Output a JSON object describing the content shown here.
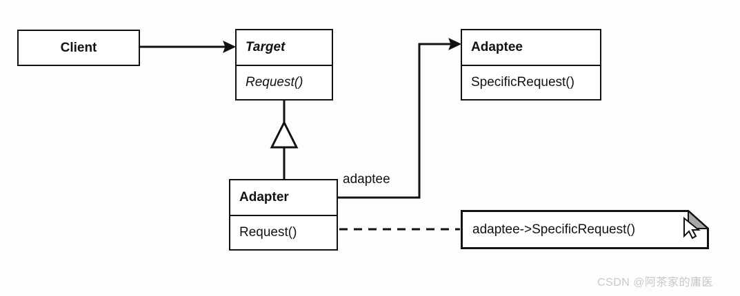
{
  "diagram": {
    "title": "Adapter Pattern (object adapter) class diagram",
    "colors": {
      "background": "#fdfdfc",
      "box_fill": "#ffffff",
      "stroke": "#111111",
      "text": "#121212",
      "dogear_fill": "#a8a8a8",
      "watermark": "#c8c8c8"
    },
    "classes": [
      {
        "id": "client",
        "name": "Client",
        "name_style": "bold",
        "operations": []
      },
      {
        "id": "target",
        "name": "Target",
        "name_style": "bold-italic",
        "operations": [
          {
            "label": "Request()",
            "style": "italic"
          }
        ]
      },
      {
        "id": "adaptee",
        "name": "Adaptee",
        "name_style": "bold",
        "operations": [
          {
            "label": "SpecificRequest()",
            "style": "normal"
          }
        ]
      },
      {
        "id": "adapter",
        "name": "Adapter",
        "name_style": "bold",
        "operations": [
          {
            "label": "Request()",
            "style": "normal"
          }
        ]
      }
    ],
    "relationships": [
      {
        "id": "client-to-target",
        "from": "Client",
        "to": "Target",
        "type": "association",
        "arrow": "filled-arrow",
        "label": ""
      },
      {
        "id": "adapter-to-target",
        "from": "Adapter",
        "to": "Target",
        "type": "generalization",
        "arrow": "hollow-triangle",
        "label": ""
      },
      {
        "id": "adapter-to-adaptee",
        "from": "Adapter",
        "to": "Adaptee",
        "type": "association",
        "arrow": "filled-arrow",
        "label": "adaptee"
      },
      {
        "id": "request-to-note",
        "from": "Adapter.Request()",
        "to": "note",
        "type": "note-anchor",
        "arrow": "hollow-circle",
        "label": ""
      }
    ],
    "note": {
      "id": "note-implementation",
      "text": "adaptee->SpecificRequest()",
      "has_dogear": true,
      "cursor_overlay": true
    },
    "edge_labels": {
      "adaptee_role": "adaptee"
    }
  },
  "watermark": {
    "text": "CSDN @阿茶家的庸医"
  }
}
